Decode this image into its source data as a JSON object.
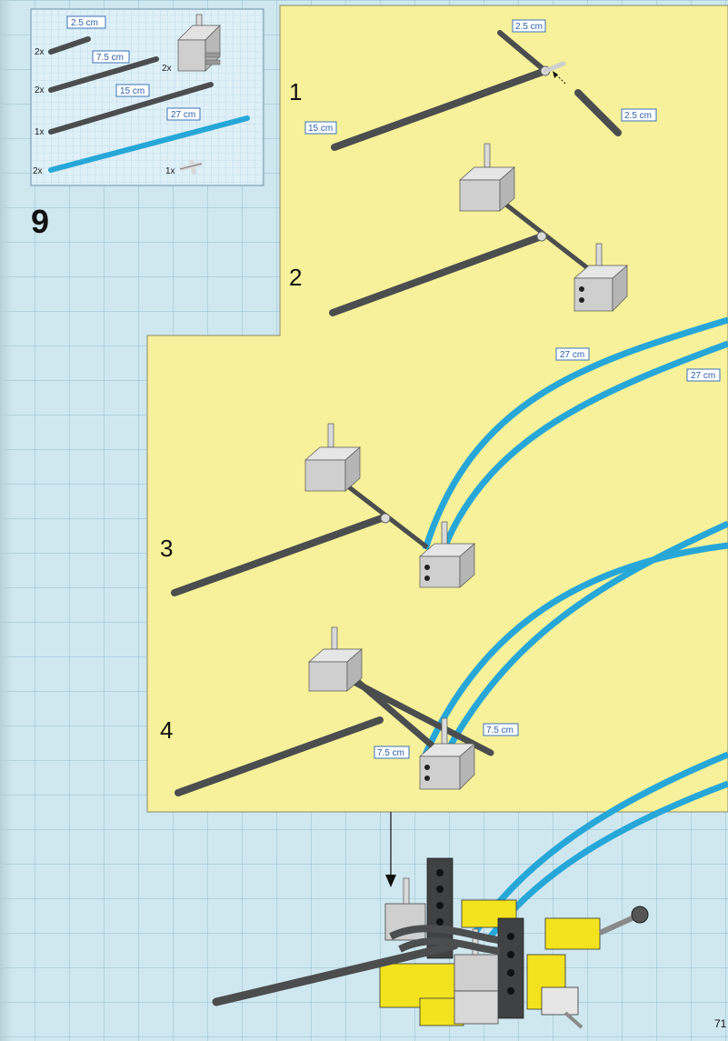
{
  "page": {
    "step_number": "9",
    "page_number": "71"
  },
  "colors": {
    "panel": "#f6f19a",
    "sheet": "#cfe8f0",
    "blue_hose": "#27a7d8",
    "dark_axle": "#4b4d4e",
    "label_border": "#3a73b8"
  },
  "parts_list": [
    {
      "qty": "2x",
      "label": "2.5 cm"
    },
    {
      "qty": "2x",
      "label": "7.5 cm"
    },
    {
      "qty": "1x",
      "label": "15 cm"
    },
    {
      "qty": "2x",
      "label": "27 cm"
    },
    {
      "qty": "2x",
      "part": "pneumatic-valve-block"
    },
    {
      "qty": "1x",
      "part": "t-connector"
    }
  ],
  "substeps": [
    {
      "number": "1",
      "labels": [
        "2.5 cm",
        "2.5 cm",
        "15 cm"
      ]
    },
    {
      "number": "2"
    },
    {
      "number": "3",
      "labels": [
        "27 cm",
        "27 cm"
      ]
    },
    {
      "number": "4",
      "labels": [
        "7.5 cm",
        "7.5 cm"
      ]
    }
  ]
}
